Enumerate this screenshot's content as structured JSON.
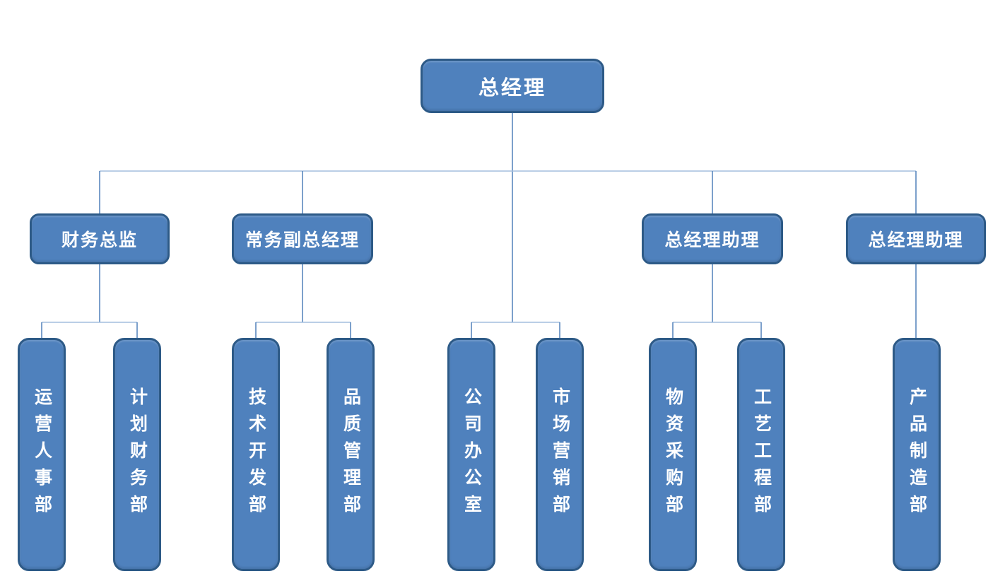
{
  "org_chart": {
    "root": {
      "label": "总经理"
    },
    "managers": [
      {
        "label": "财务总监",
        "departments": [
          "运营人事部",
          "计划财务部"
        ]
      },
      {
        "label": "常务副总经理",
        "departments": [
          "技术开发部",
          "品质管理部"
        ]
      },
      {
        "label": "总经理助理",
        "departments": [
          "物资采购部",
          "工艺工程部"
        ]
      },
      {
        "label": "总经理助理",
        "departments": [
          "产品制造部"
        ]
      }
    ],
    "root_departments": [
      "公司办公室",
      "市场营销部"
    ]
  },
  "theme": {
    "node_fill": "#4f81bd",
    "node_border": "#2d5a87",
    "label_color": "#ffffff",
    "horizontal_line_color": "#a3bede",
    "vertical_line_color": "#5b89be",
    "background": "#ffffff"
  }
}
